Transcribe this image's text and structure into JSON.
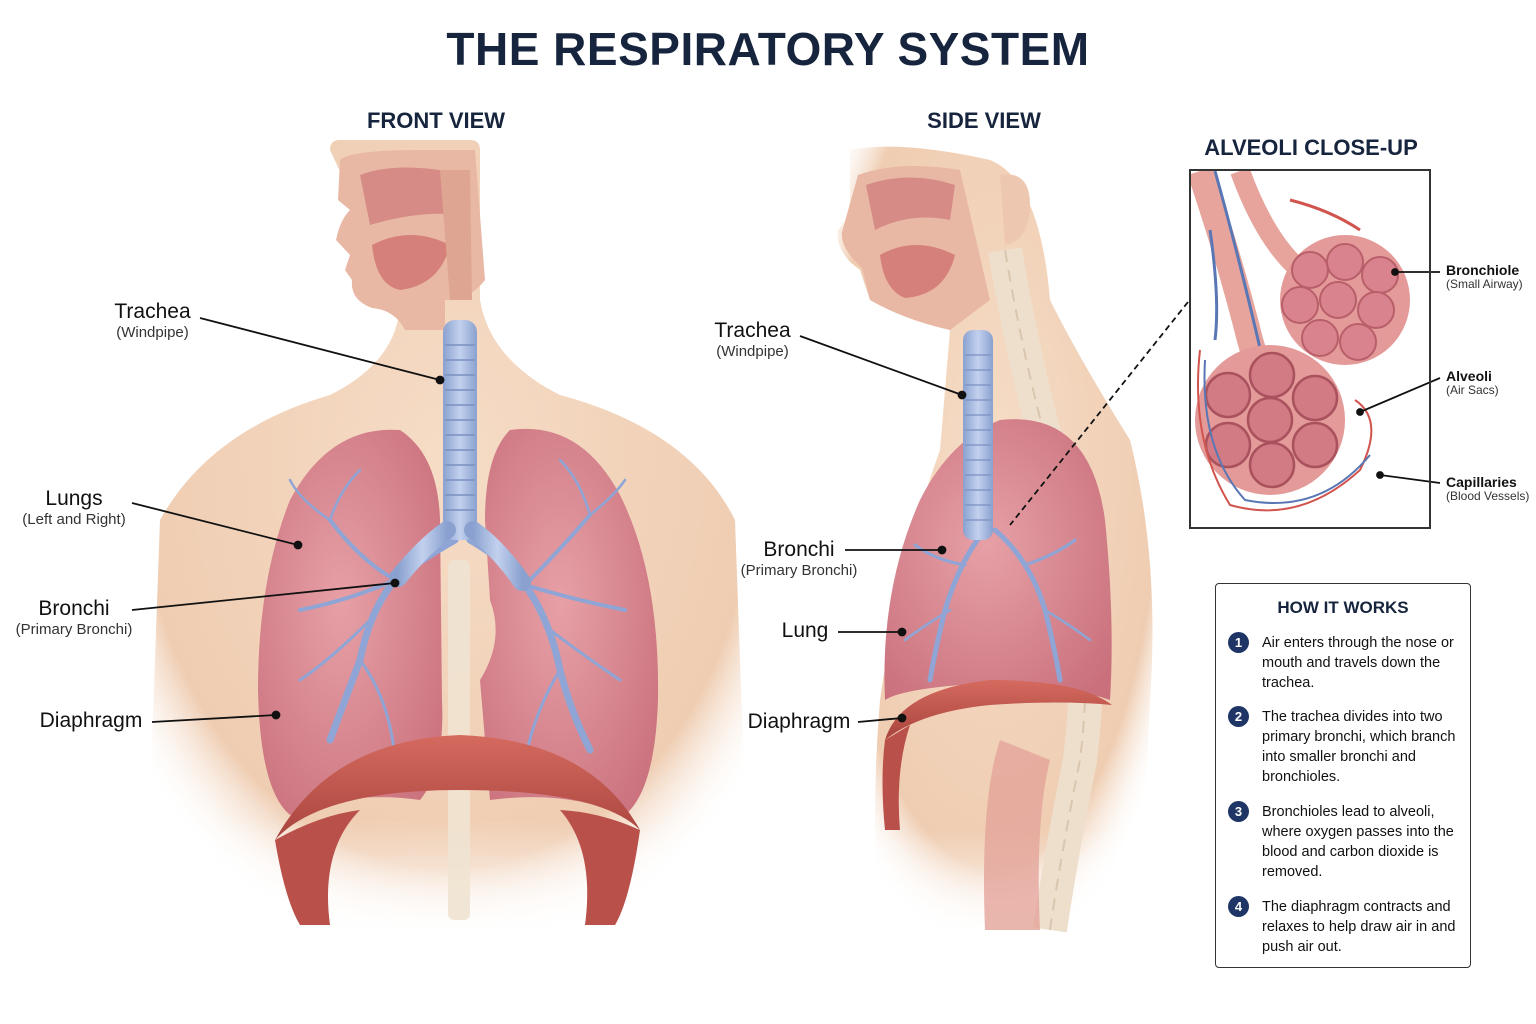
{
  "title": "THE RESPIRATORY SYSTEM",
  "front_view": {
    "heading": "FRONT VIEW",
    "labels": {
      "trachea": {
        "main": "Trachea",
        "sub": "(Windpipe)"
      },
      "lungs": {
        "main": "Lungs",
        "sub": "(Left and Right)"
      },
      "bronchi": {
        "main": "Bronchi",
        "sub": "(Primary Bronchi)"
      },
      "diaphragm": {
        "main": "Diaphragm"
      }
    }
  },
  "side_view": {
    "heading": "SIDE VIEW",
    "labels": {
      "trachea": {
        "main": "Trachea",
        "sub": "(Windpipe)"
      },
      "bronchi": {
        "main": "Bronchi",
        "sub": "(Primary Bronchi)"
      },
      "lung": {
        "main": "Lung"
      },
      "diaphragm": {
        "main": "Diaphragm"
      }
    }
  },
  "alveoli_closeup": {
    "heading": "ALVEOLI CLOSE-UP",
    "labels": {
      "bronchiole": {
        "main": "Bronchiole",
        "sub": "(Small Airway)"
      },
      "alveoli": {
        "main": "Alveoli",
        "sub": "(Air Sacs)"
      },
      "capillaries": {
        "main": "Capillaries",
        "sub": "(Blood Vessels)"
      }
    }
  },
  "how_it_works": {
    "heading": "HOW IT WORKS",
    "steps": [
      {
        "num": "1",
        "text": "Air enters through the nose or mouth and travels down the trachea."
      },
      {
        "num": "2",
        "text": "The trachea divides into two primary bronchi, which branch into smaller bronchi and bronchioles."
      },
      {
        "num": "3",
        "text": "Bronchioles lead to alveoli, where oxygen passes into the blood and carbon dioxide is removed."
      },
      {
        "num": "4",
        "text": "The diaphragm contracts and relaxes to help draw air in and push air out."
      }
    ]
  },
  "colors": {
    "skin": "#f3d6bf",
    "lung": "#d9838e",
    "trachea": "#9fb4dd",
    "diaphragm": "#c7574f",
    "title": "#16243d",
    "step_badge": "#1f3566"
  }
}
